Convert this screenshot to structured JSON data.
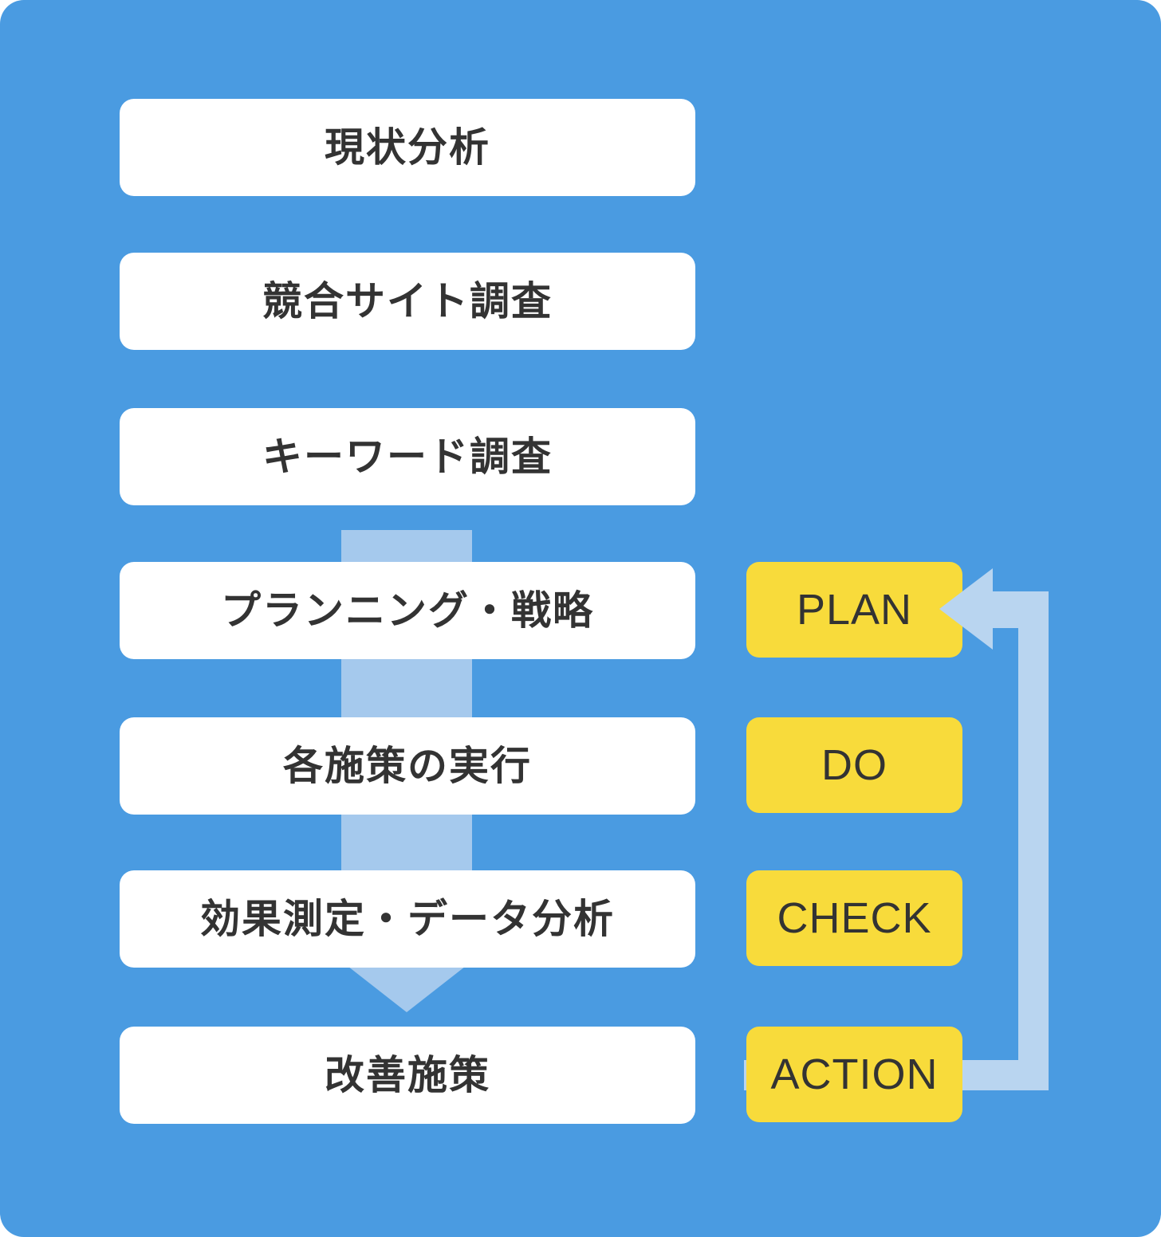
{
  "colors": {
    "background": "#4a9be1",
    "card": "#ffffff",
    "flow_arrow": "#a5c9ed",
    "pdca_arrow": "#b9d5f0",
    "pdca_box": "#f8db3b",
    "text": "#333333"
  },
  "flow": {
    "steps": [
      {
        "label": "現状分析"
      },
      {
        "label": "競合サイト調査"
      },
      {
        "label": "キーワード調査"
      },
      {
        "label": "プランニング・戦略"
      },
      {
        "label": "各施策の実行"
      },
      {
        "label": "効果測定・データ分析"
      },
      {
        "label": "改善施策"
      }
    ]
  },
  "pdca": {
    "steps": [
      {
        "label": "PLAN"
      },
      {
        "label": "DO"
      },
      {
        "label": "CHECK"
      },
      {
        "label": "ACTION"
      }
    ]
  }
}
